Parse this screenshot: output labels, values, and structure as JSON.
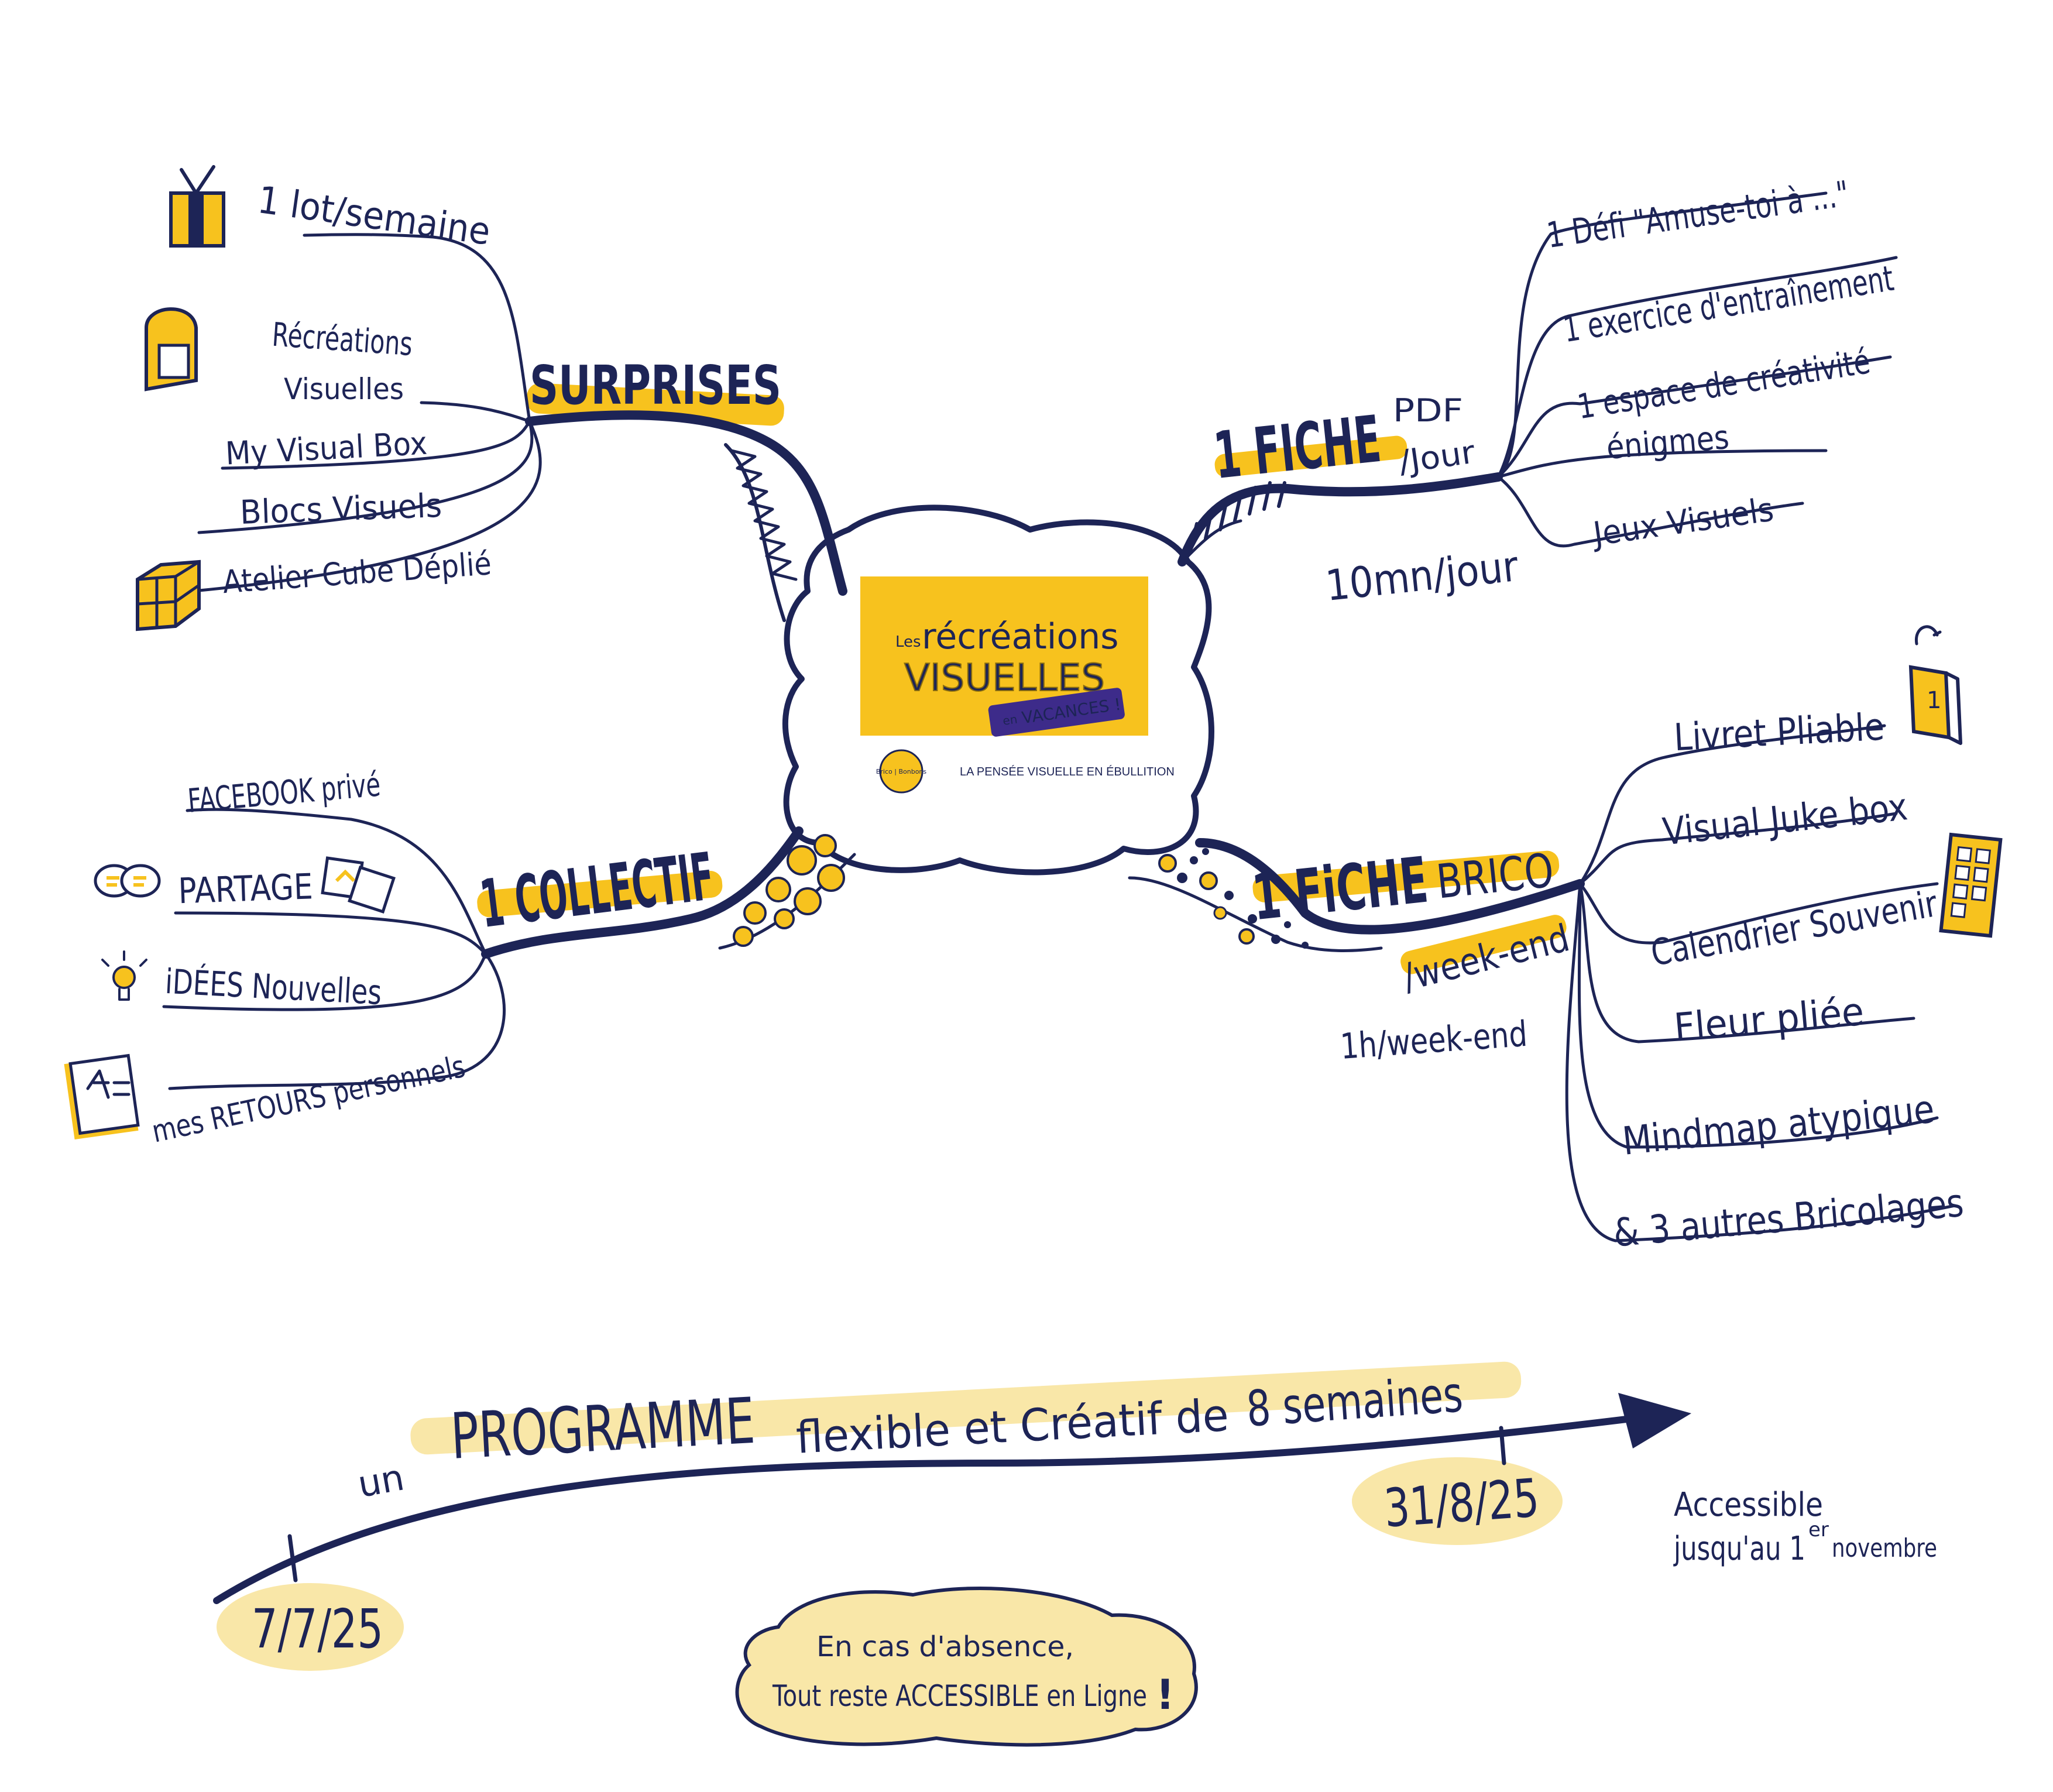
{
  "colors": {
    "ink": "#1d2456",
    "accent": "#f7c21e",
    "accent_soft": "#f9e7a8",
    "purple": "#3d2b8a"
  },
  "center": {
    "logo_les": "Les",
    "logo_recreations": "récréations",
    "logo_visuelles": "VISUELLES",
    "logo_en": "en",
    "logo_vacances": "VACANCES !",
    "badge_text": "Brico | Bonbons",
    "tagline": "LA PENSÉE VISUELLE EN ÉBULLITION"
  },
  "branches": {
    "surprises": {
      "title": "SURPRISES",
      "items": [
        "1 lot/semaine",
        "Récréations",
        "Visuelles",
        "My Visual Box",
        "Blocs Visuels",
        "Atelier Cube Déplié"
      ],
      "icons": [
        "gift-icon",
        "mailbox-icon",
        "cube-icon"
      ]
    },
    "fiche_pdf": {
      "title": "1 FICHE",
      "pdf": "PDF",
      "jour": "/Jour",
      "duration": "10mn/jour",
      "items": [
        "1 Défi \"Amuse-toi à ...\"",
        "1 exercice d'entraînement",
        "1 espace de créativité",
        "énigmes",
        "Jeux Visuels"
      ]
    },
    "collectif": {
      "title": "1 COLLECTIF",
      "items": [
        "FACEBOOK privé",
        "PARTAGE",
        "iDÉES Nouvelles",
        "mes RETOURS personnels"
      ],
      "icons": [
        "speech-bubbles-icon",
        "pictures-icon",
        "lightbulb-icon",
        "notes-icon"
      ]
    },
    "fiche_brico": {
      "title": "1 FiCHE",
      "brico": "BRICO",
      "weekend": "/week-end",
      "duration": "1h/week-end",
      "items": [
        "Livret Pliable",
        "Visual Juke box",
        "Calendrier Souvenir",
        "Fleur pliée",
        "Mindmap atypique",
        "& 3 autres Bricolages"
      ],
      "icons": [
        "booklet-icon",
        "calendar-icon"
      ]
    }
  },
  "timeline": {
    "un": "un",
    "programme": "PROGRAMME",
    "rest": "flexible et Créatif de",
    "weeks": "8 semaines",
    "start": "7/7/25",
    "end": "31/8/25",
    "accessible_1": "Accessible",
    "accessible_2": "jusqu'au 1",
    "accessible_sup": "er",
    "accessible_3": "novembre"
  },
  "note": {
    "line1": "En cas d'absence,",
    "line2": "Tout reste ACCESSIBLE en Ligne",
    "mark": "!"
  }
}
